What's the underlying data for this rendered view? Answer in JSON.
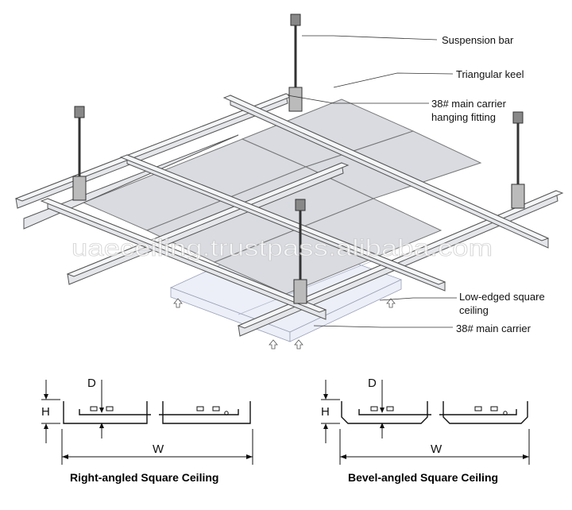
{
  "labels": {
    "suspension_bar": "Suspension bar",
    "triangular_keel": "Triangular keel",
    "main_carrier_fitting_line1": "38# main carrier",
    "main_carrier_fitting_line2": "hanging fitting",
    "low_edged_line1": "Low-edged square",
    "low_edged_line2": "ceiling",
    "main_carrier": "38# main carrier"
  },
  "watermark": "uaeceiling.trustpass.alibaba.com",
  "sections": {
    "left": {
      "caption": "Right-angled Square Ceiling",
      "dim_d": "D",
      "dim_h": "H",
      "dim_w": "W"
    },
    "right": {
      "caption": "Bevel-angled Square Ceiling",
      "dim_d": "D",
      "dim_h": "H",
      "dim_w": "W"
    }
  },
  "colors": {
    "rail_fill": "#e4e6ea",
    "panel_fill": "#d9dbe0",
    "shadow_panel": "#eceff7",
    "line": "#111111"
  }
}
